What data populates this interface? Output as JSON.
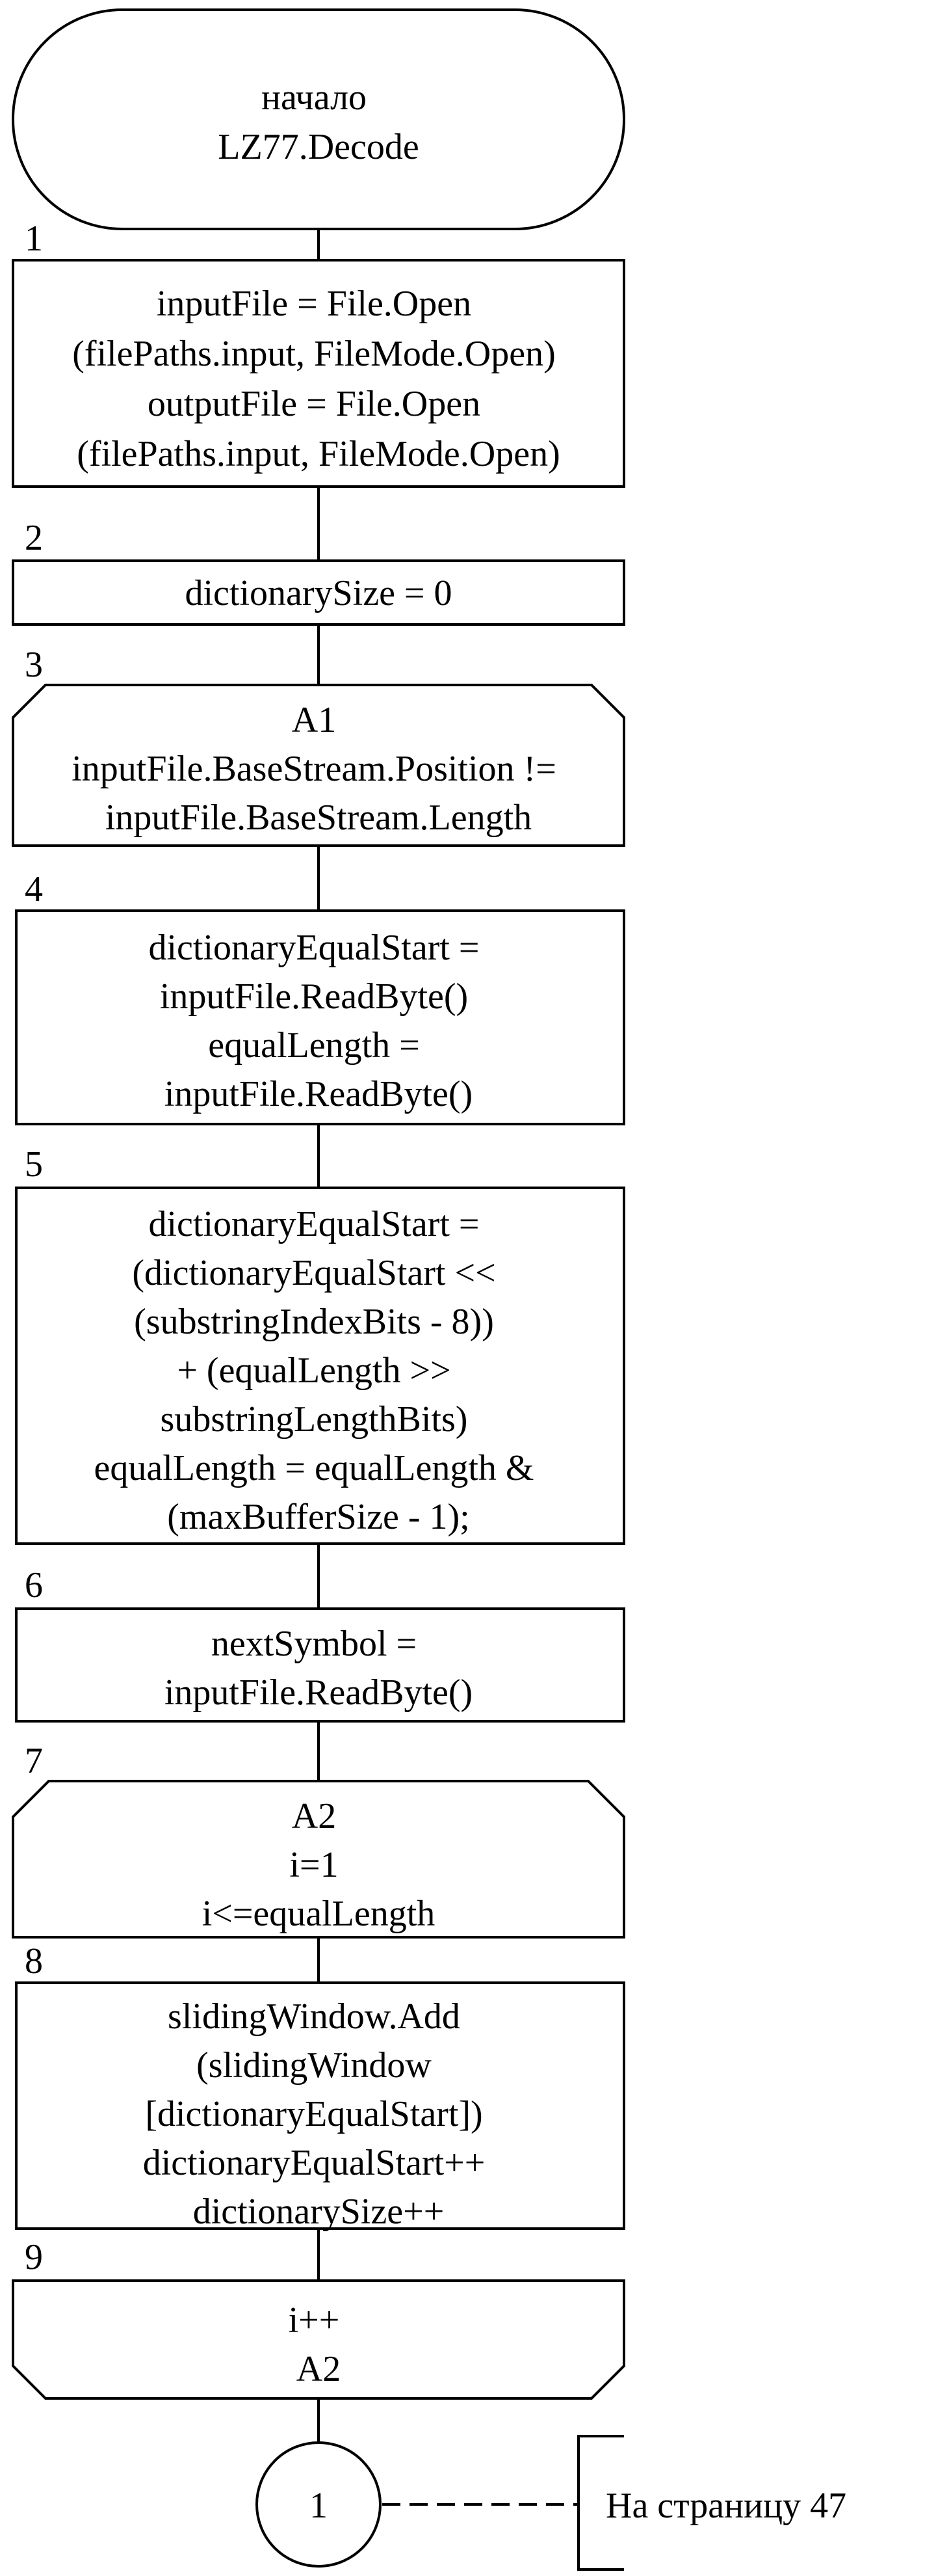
{
  "start": {
    "lines": [
      "начало",
      "LZ77.Decode"
    ]
  },
  "blocks": [
    {
      "number": "1",
      "lines": [
        "inputFile = File.Open",
        "(filePaths.input, FileMode.Open)",
        "outputFile = File.Open",
        "(filePaths.input, FileMode.Open)"
      ]
    },
    {
      "number": "2",
      "lines": [
        "dictionarySize = 0"
      ]
    },
    {
      "number": "3",
      "lines": [
        "A1",
        "inputFile.BaseStream.Position !=",
        "inputFile.BaseStream.Length"
      ]
    },
    {
      "number": "4",
      "lines": [
        "dictionaryEqualStart =",
        "inputFile.ReadByte()",
        "equalLength =",
        "inputFile.ReadByte()"
      ]
    },
    {
      "number": "5",
      "lines": [
        "dictionaryEqualStart =",
        "(dictionaryEqualStart <<",
        "(substringIndexBits - 8))",
        "+ (equalLength >>",
        "substringLengthBits)",
        "equalLength = equalLength &",
        "(maxBufferSize - 1);"
      ]
    },
    {
      "number": "6",
      "lines": [
        "nextSymbol =",
        "inputFile.ReadByte()"
      ]
    },
    {
      "number": "7",
      "lines": [
        "A2",
        "i=1",
        "i<=equalLength"
      ]
    },
    {
      "number": "8",
      "lines": [
        "slidingWindow.Add",
        "(slidingWindow",
        "[dictionaryEqualStart])",
        "dictionaryEqualStart++",
        "dictionarySize++"
      ]
    },
    {
      "number": "9",
      "lines": [
        "i++",
        "A2"
      ]
    }
  ],
  "connector": {
    "label": "1"
  },
  "comment": {
    "text": "На страницу 47"
  }
}
